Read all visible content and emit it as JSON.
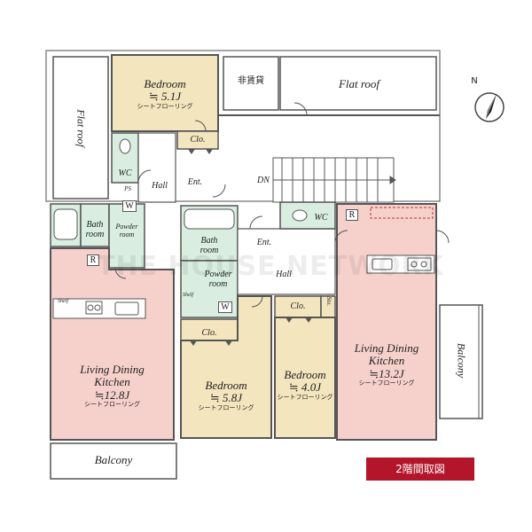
{
  "colors": {
    "bedroom": "#f3e5bd",
    "ldk": "#f6d1cc",
    "wet": "#d9ede0",
    "wall": "#555555",
    "badge": "#b3152a"
  },
  "rooms": {
    "bedroom1": {
      "name": "Bedroom",
      "size": "≒ 5.1J",
      "floor": "シートフローリング"
    },
    "bedroom2": {
      "name": "Bedroom",
      "size": "≒ 5.8J",
      "floor": "シートフローリング"
    },
    "bedroom3": {
      "name": "Bedroom",
      "size": "≒ 4.0J",
      "floor": "シートフローリング"
    },
    "ldk_left": {
      "name1": "Living Dining",
      "name2": "Kitchen",
      "size": "≒12.8J",
      "floor": "シートフローリング"
    },
    "ldk_right": {
      "name1": "Living Dining",
      "name2": "Kitchen",
      "size": "≒13.2J",
      "floor": "シートフローリング"
    }
  },
  "labels": {
    "clo": "Clo.",
    "wc": "WC",
    "hall": "Hall",
    "ent": "Ent.",
    "dn": "DN",
    "bath": "Bath",
    "room": "room",
    "powder": "Powder",
    "sto": "Sto.",
    "shelf": "Shelf",
    "r": "R",
    "w": "W",
    "ps": "PS",
    "flat_roof": "Flat roof",
    "balcony": "Balcony",
    "non_rental": "非賃貸"
  },
  "compass": {
    "letter": "N"
  },
  "badge": {
    "text": "2階間取図"
  },
  "watermark": "THE HOUSE NETWORK"
}
